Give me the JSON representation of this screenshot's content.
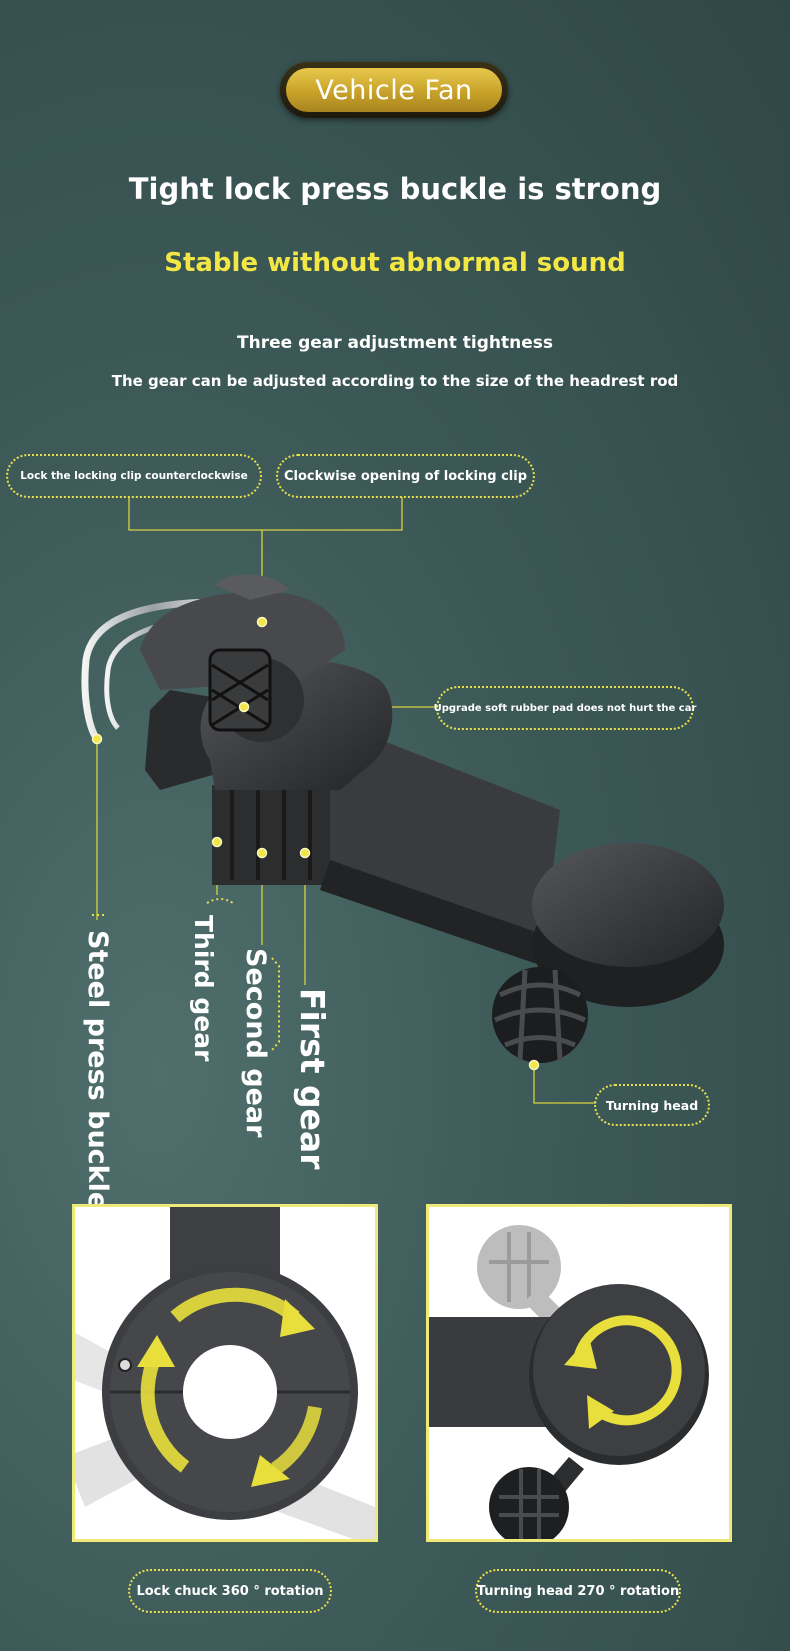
{
  "badge": "Vehicle Fan",
  "headline": "Tight lock press buckle is strong",
  "subheadline": "Stable without abnormal sound",
  "section_title": "Three gear adjustment tightness",
  "section_desc": "The gear can be adjusted according to the size of the headrest rod",
  "callouts": {
    "lock_counter": "Lock the locking clip counterclockwise",
    "clockwise_open": "Clockwise opening of locking clip",
    "rubber_pad": "Upgrade soft rubber pad does not hurt the car",
    "turning_head": "Turning head"
  },
  "vertical_labels": {
    "steel": "Steel press buckle",
    "third": "Third gear",
    "second": "Second gear",
    "first": "First gear"
  },
  "captions": {
    "left": "Lock chuck 360 ° rotation",
    "right": "Turning head 270 ° rotation"
  },
  "colors": {
    "accent": "#f2e745",
    "gold": "#d4b13a",
    "background": "#3e5b59"
  }
}
